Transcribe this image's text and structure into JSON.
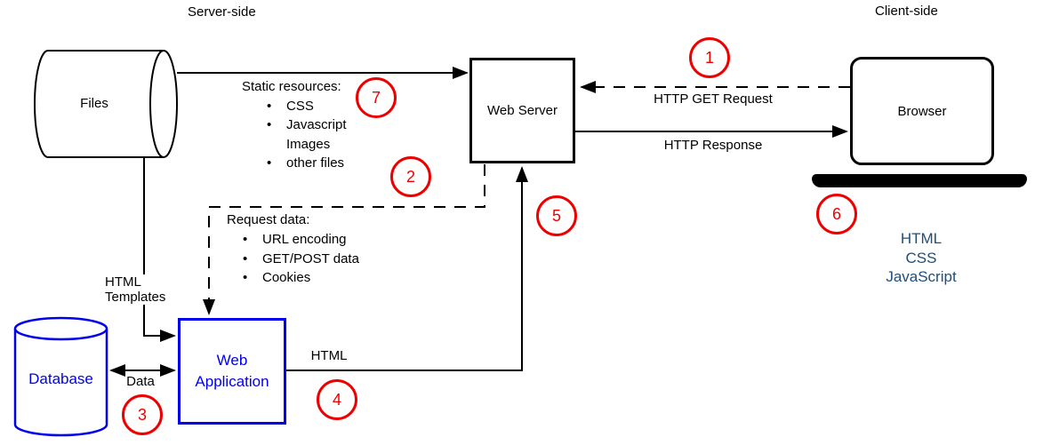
{
  "page": {
    "server_side_label": "Server-side",
    "client_side_label": "Client-side"
  },
  "nodes": {
    "files": {
      "label": "Files"
    },
    "web_server": {
      "label": "Web Server"
    },
    "browser": {
      "label": "Browser"
    },
    "database": {
      "label": "Database"
    },
    "web_application": {
      "line1": "Web",
      "line2": "Application"
    }
  },
  "edges": {
    "http_get_request": {
      "label": "HTTP GET Request"
    },
    "http_response": {
      "label": "HTTP Response"
    },
    "html_templates": {
      "line1": "HTML",
      "line2": "Templates"
    },
    "data": {
      "label": "Data"
    },
    "html": {
      "label": "HTML"
    }
  },
  "notes": {
    "static_resources": {
      "title": "Static resources:",
      "items": [
        {
          "bullet": "•",
          "text": "CSS"
        },
        {
          "bullet": "•",
          "text": "Javascript"
        },
        {
          "bullet": "",
          "text": "Images"
        },
        {
          "bullet": "•",
          "text": "other files"
        }
      ]
    },
    "request_data": {
      "title": "Request data:",
      "items": [
        {
          "bullet": "•",
          "text": "URL encoding"
        },
        {
          "bullet": "•",
          "text": "GET/POST data"
        },
        {
          "bullet": "•",
          "text": "Cookies"
        }
      ]
    },
    "client_artifacts": {
      "lines": [
        "HTML",
        "CSS",
        "JavaScript"
      ]
    }
  },
  "steps": {
    "s1": "1",
    "s2": "2",
    "s3": "3",
    "s4": "4",
    "s5": "5",
    "s6": "6",
    "s7": "7"
  },
  "colors": {
    "node_accent_blue": "#0000ee",
    "step_circle_red": "#ee0000",
    "client_artifacts_navy": "#1f4e79",
    "diagram_black": "#000000"
  }
}
